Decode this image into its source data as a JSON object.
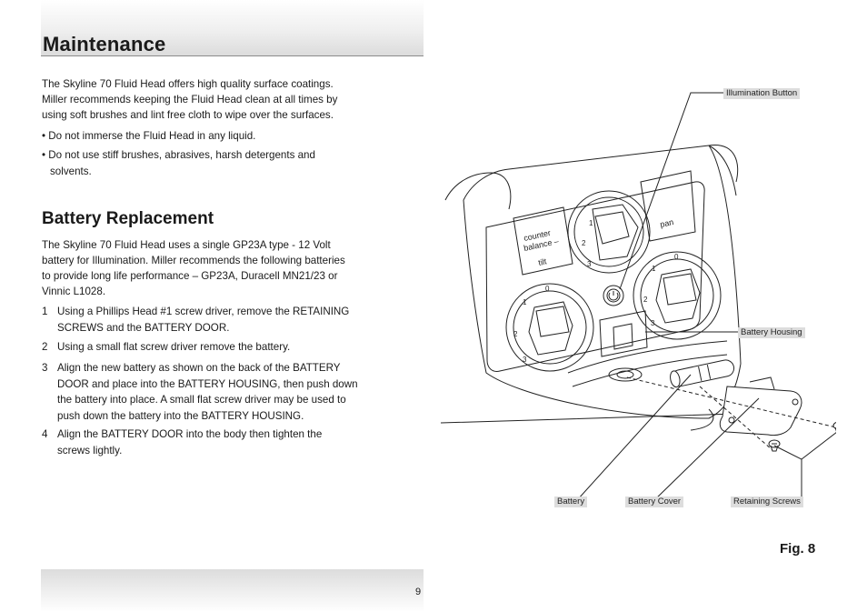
{
  "page": {
    "title": "Maintenance",
    "intro": [
      "The Skyline 70 Fluid Head offers high quality surface coatings.",
      "Miller recommends keeping the Fluid Head clean at all times by",
      "using soft brushes and lint free cloth to wipe over the surfaces."
    ],
    "bullets": [
      [
        "• Do not immerse the Fluid Head in any liquid."
      ],
      [
        "• Do not use stiff brushes, abrasives, harsh detergents and",
        "solvents."
      ]
    ],
    "section_title": "Battery Replacement",
    "section_intro": [
      "The Skyline 70 Fluid Head uses a single GP23A type - 12 Volt",
      "battery for Illumination. Miller recommends the following batteries",
      "to provide long life performance – GP23A, Duracell MN21/23 or",
      "Vinnic L1028."
    ],
    "steps": [
      {
        "num": "1",
        "lines": [
          "Using a Phillips Head #1 screw driver, remove the RETAINING",
          "SCREWS and the BATTERY DOOR."
        ]
      },
      {
        "num": "2",
        "lines": [
          "Using a small flat screw driver remove the battery."
        ]
      },
      {
        "num": "3",
        "lines": [
          "Align the new battery as shown on the back of the BATTERY",
          "DOOR and place into the BATTERY HOUSING, then push down",
          "the battery into place. A small flat screw driver may be used to",
          "push down the battery into the BATTERY HOUSING."
        ]
      },
      {
        "num": "4",
        "lines": [
          "Align the BATTERY DOOR into the body then tighten the",
          "screws lightly."
        ]
      }
    ],
    "page_number": "9"
  },
  "figure": {
    "label": "Fig. 8",
    "callouts": {
      "illumination_button": "Illumination Button",
      "battery_housing": "Battery Housing",
      "battery": "Battery",
      "battery_cover": "Battery Cover",
      "retaining_screws": "Retaining Screws"
    },
    "panel_labels": {
      "counter": "counter",
      "balance": "balance –",
      "tilt": "tilt",
      "pan": "pan"
    },
    "dial_numbers": [
      "0",
      "1",
      "2",
      "3"
    ]
  }
}
